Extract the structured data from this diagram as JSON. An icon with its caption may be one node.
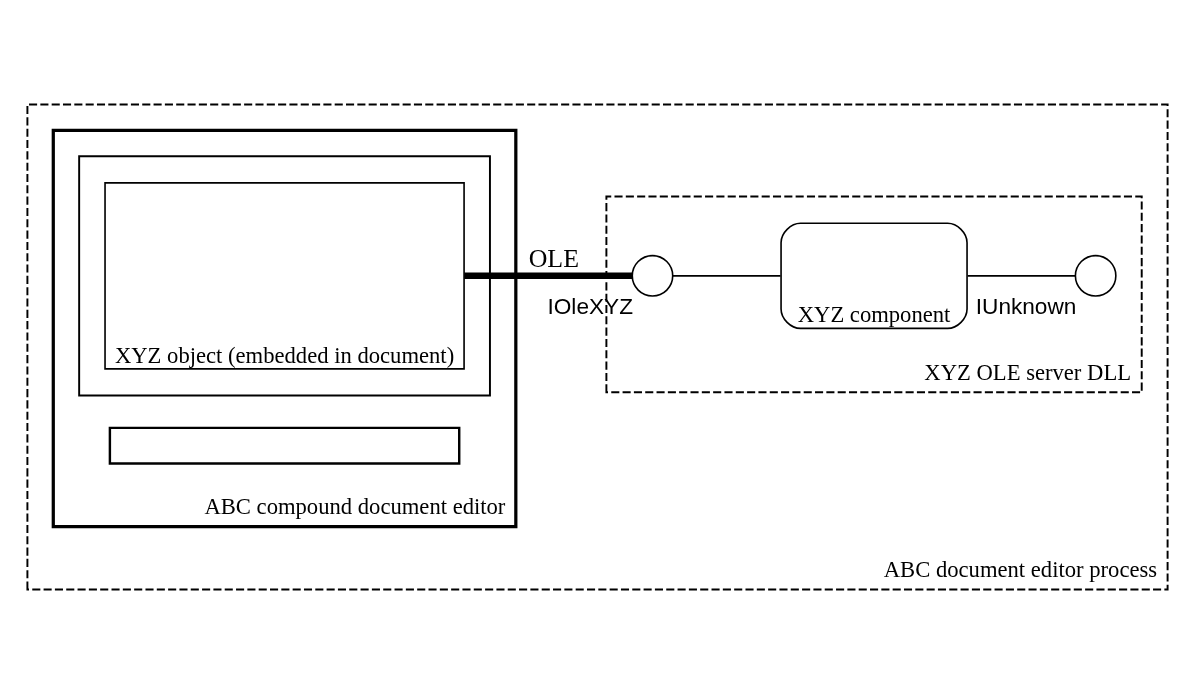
{
  "diagram": {
    "nodes": [
      {
        "text": [
          "ABC document editor process"
        ]
      },
      {
        "text": [
          "ABC compound document editor"
        ],
        "in": 0
      },
      {
        "text": [],
        "shape": "box",
        "in": 1
      },
      {
        "text": [],
        "shape": "box",
        "in": 1
      },
      {
        "text": [
          "XYZ object (embedded in document)"
        ],
        "in": 3
      },
      {
        "text": [
          "XYZ OLE server DLL"
        ],
        "in": 0
      },
      {
        "text": [
          "IOleXYZ"
        ],
        "in": 5
      },
      {
        "text": [
          "XYZ component"
        ],
        "in": 5
      },
      {
        "text": [
          "IUnknown"
        ],
        "in": 5
      }
    ],
    "edges": [
      {
        "from": 4,
        "to": 6,
        "arrow": "none",
        "label": "OLE",
        "style": "thick"
      },
      {
        "from": 6,
        "to": 7,
        "arrow": "none"
      },
      {
        "from": 7,
        "to": 8,
        "arrow": "none"
      }
    ]
  }
}
